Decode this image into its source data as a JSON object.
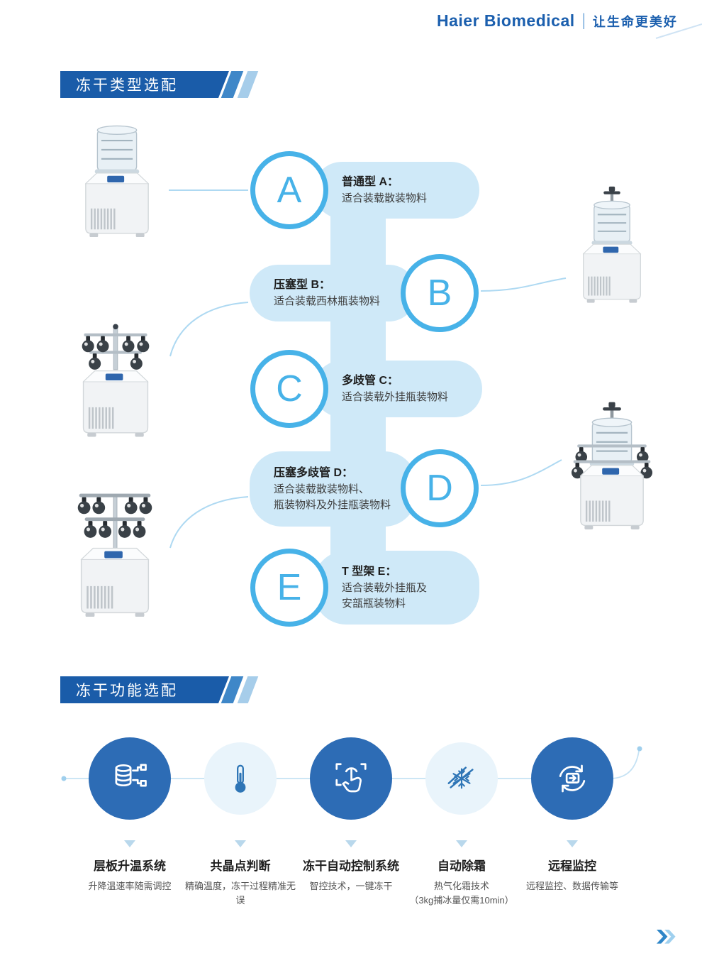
{
  "colors": {
    "primary": "#1b5fae",
    "accent": "#47b2e8",
    "capsule": "#cfe9f8",
    "banner": "#1a5ca9",
    "dark_circle": "#2d6cb5",
    "light_circle": "#e9f4fb",
    "icon_blue": "#2e75b6"
  },
  "header": {
    "brand": "Haier Biomedical",
    "divider": "|",
    "slogan": "让生命更美好"
  },
  "section1": {
    "title": "冻干类型选配",
    "items": [
      {
        "letter": "A",
        "title": "普通型 A：",
        "desc": "适合装载散装物料"
      },
      {
        "letter": "B",
        "title": "压塞型 B：",
        "desc": "适合装载西林瓶装物料"
      },
      {
        "letter": "C",
        "title": "多歧管 C：",
        "desc": "适合装载外挂瓶装物料"
      },
      {
        "letter": "D",
        "title": "压塞多歧管 D：",
        "desc": "适合装载散装物料、\n瓶装物料及外挂瓶装物料"
      },
      {
        "letter": "E",
        "title": "T 型架 E：",
        "desc": "适合装载外挂瓶及\n安瓿瓶装物料"
      }
    ],
    "products": [
      {
        "name": "freeze-dryer-type-a"
      },
      {
        "name": "freeze-dryer-type-b"
      },
      {
        "name": "freeze-dryer-type-c"
      },
      {
        "name": "freeze-dryer-type-d"
      },
      {
        "name": "freeze-dryer-type-e"
      }
    ]
  },
  "section2": {
    "title": "冻干功能选配",
    "features": [
      {
        "icon": "shelf-heating-icon",
        "title": "层板升温系统",
        "desc": "升降温速率随需调控"
      },
      {
        "icon": "eutectic-point-icon",
        "title": "共晶点判断",
        "desc": "精确温度，冻干过程精准无误"
      },
      {
        "icon": "auto-control-icon",
        "title": "冻干自动控制系统",
        "desc": "智控技术，一键冻干"
      },
      {
        "icon": "auto-defrost-icon",
        "title": "自动除霜",
        "desc": "热气化霜技术\n（3kg捕冰量仅需10min）"
      },
      {
        "icon": "remote-monitor-icon",
        "title": "远程监控",
        "desc": "远程监控、数据传输等"
      }
    ]
  }
}
